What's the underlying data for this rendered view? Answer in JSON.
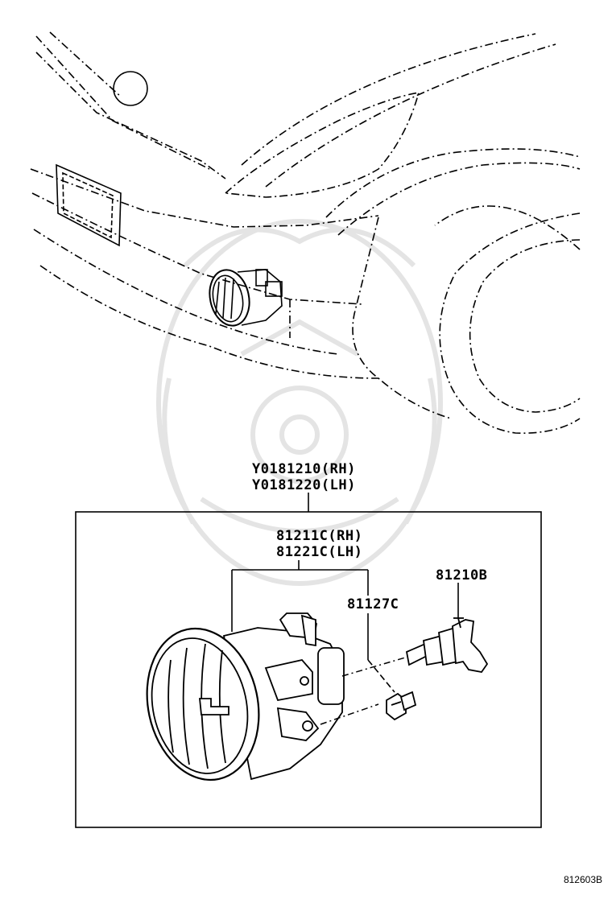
{
  "colors": {
    "line": "#000000",
    "background": "#ffffff",
    "watermark": "#e4e4e4"
  },
  "callouts": {
    "assembly_rh": "Y0181210(RH)",
    "assembly_lh": "Y0181220(LH)",
    "unit_rh": "81211C(RH)",
    "unit_lh": "81221C(LH)",
    "bulb": "81210B",
    "screw": "81127C"
  },
  "figure_id": "812603B"
}
